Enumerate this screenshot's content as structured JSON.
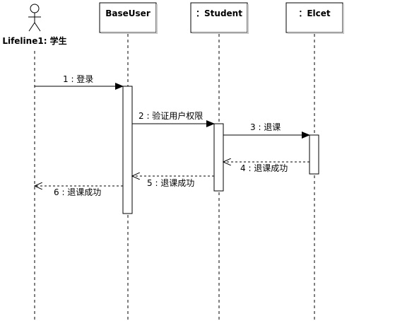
{
  "actor": {
    "name": "Lifeline1: 学生"
  },
  "lifelines": [
    {
      "label": "BaseUser"
    },
    {
      "label": "：Student"
    },
    {
      "label": "：Elcet"
    }
  ],
  "messages": [
    {
      "label": "1 : 登录",
      "type": "sync"
    },
    {
      "label": "2 : 验证用户权限",
      "type": "sync"
    },
    {
      "label": "3 : 退课",
      "type": "sync"
    },
    {
      "label": "4 : 退课成功",
      "type": "return"
    },
    {
      "label": "5 : 退课成功",
      "type": "return"
    },
    {
      "label": "6 : 退课成功",
      "type": "return"
    }
  ]
}
